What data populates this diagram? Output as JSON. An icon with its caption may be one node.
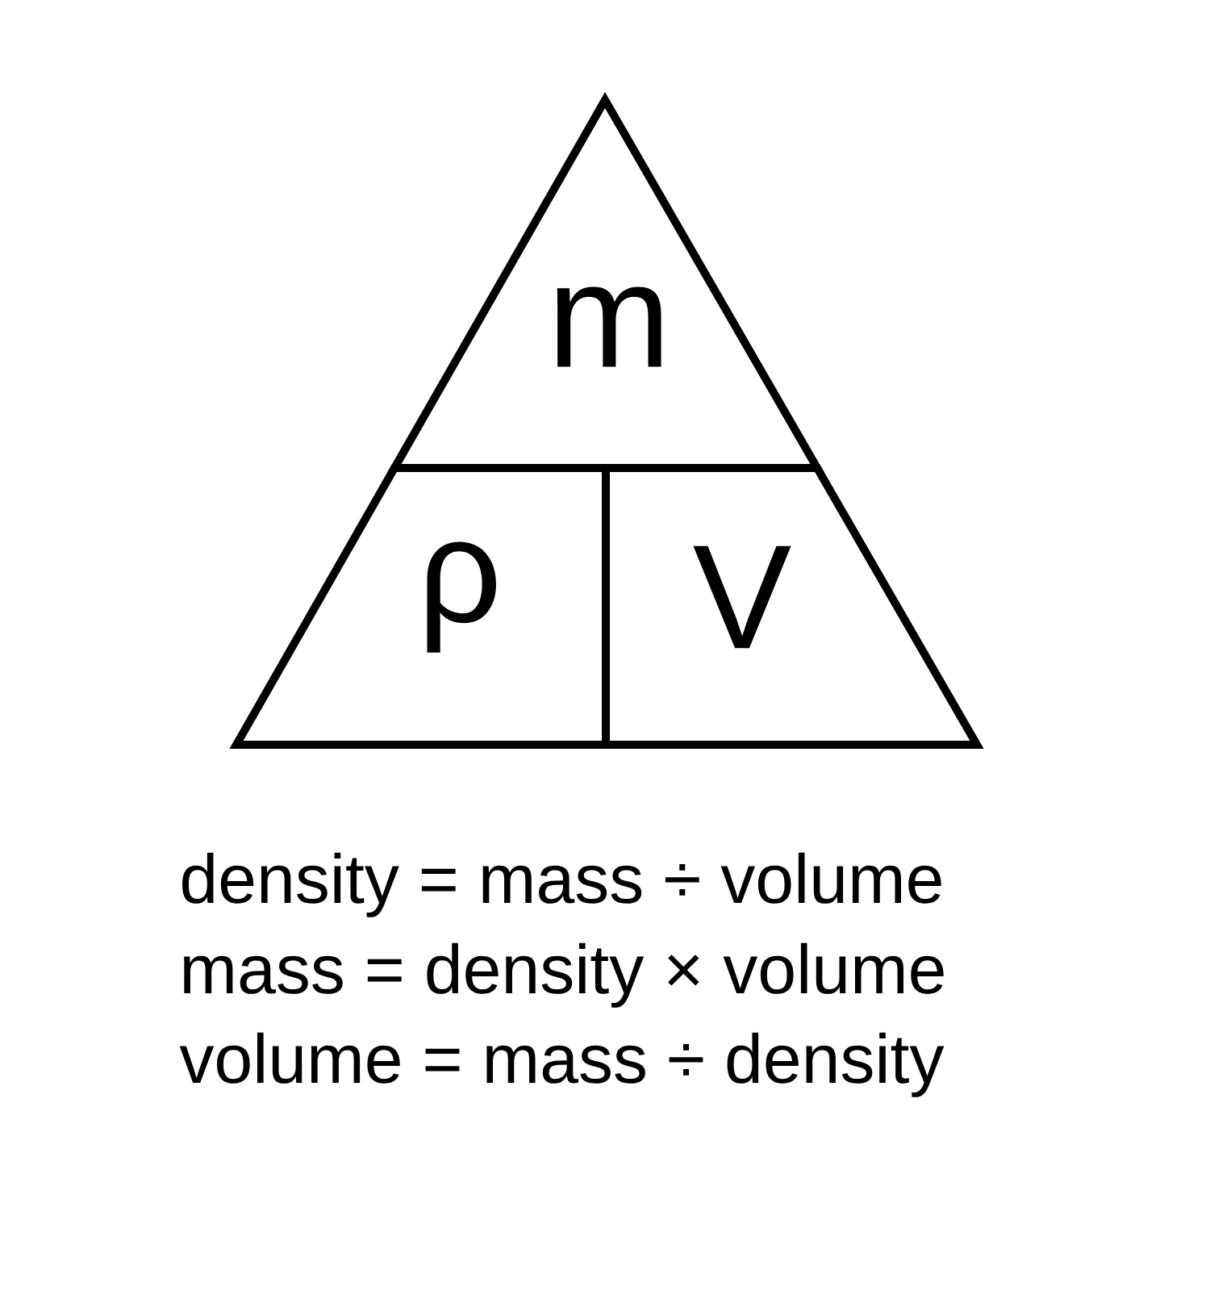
{
  "diagram": {
    "nodes": [
      {
        "text": [
          "m"
        ]
      },
      {
        "text": [
          "ρ"
        ]
      },
      {
        "text": [
          "V"
        ]
      }
    ],
    "labels": [
      "density = mass ÷ volume",
      "mass = density × volume",
      "volume = mass ÷ density"
    ]
  }
}
